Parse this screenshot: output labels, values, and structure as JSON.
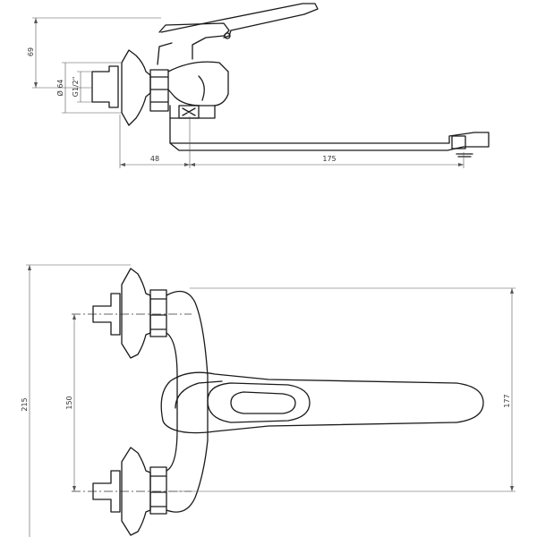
{
  "side_view": {
    "dim_height": "69",
    "dim_outer_diameter": "Ø 64",
    "dim_thread": "G1/2\"",
    "dim_body_length": "48",
    "dim_spout_length": "175"
  },
  "top_view": {
    "dim_overall_width": "215",
    "dim_inlet_spacing": "150",
    "dim_handle_reach": "177"
  }
}
